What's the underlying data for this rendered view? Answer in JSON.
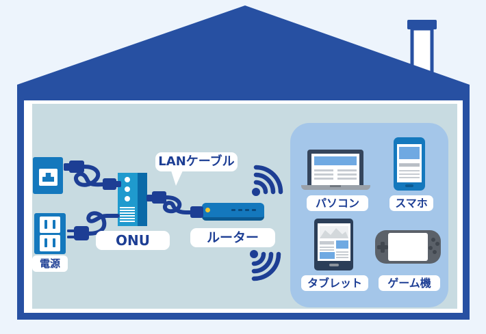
{
  "labels": {
    "lan_cable": "LANケーブル",
    "onu": "ONU",
    "router": "ルーター",
    "power": "電源",
    "pc": "パソコン",
    "smartphone": "スマホ",
    "tablet": "タブレット",
    "game_console": "ゲーム機"
  },
  "icons": {
    "house": "house-silhouette-with-roof-and-chimney",
    "optical_outlet": "optical-lan-wall-outlet-icon",
    "power_outlet": "two-socket-power-outlet-icon",
    "onu_device": "onu-tower-device-icon",
    "router_device": "wireless-router-icon",
    "wifi_up": "wifi-signal-icon-up-right",
    "wifi_down": "wifi-signal-icon-down-right",
    "lan_plug": "lan-cable-plug-icon",
    "power_plug": "two-prong-power-plug-icon",
    "laptop": "laptop-icon",
    "smartphone": "smartphone-icon",
    "tablet": "tablet-icon",
    "game_console": "handheld-game-console-icon"
  },
  "colors": {
    "background": "#edf4fc",
    "roof_wall_navy": "#2750a2",
    "room_fill": "#c8dbe1",
    "panel_fill": "#a4c6e9",
    "device_blue": "#1478bd",
    "cable_navy": "#1d3e94",
    "onu_front": "#1f9ace",
    "onu_side": "#0a6aa8",
    "router_led_yellow": "#f2c52e",
    "screen_header_blue": "#6fa9e2",
    "console_gray": "#5b6169",
    "label_text": "#1d3e94",
    "label_bg": "#ffffff"
  }
}
